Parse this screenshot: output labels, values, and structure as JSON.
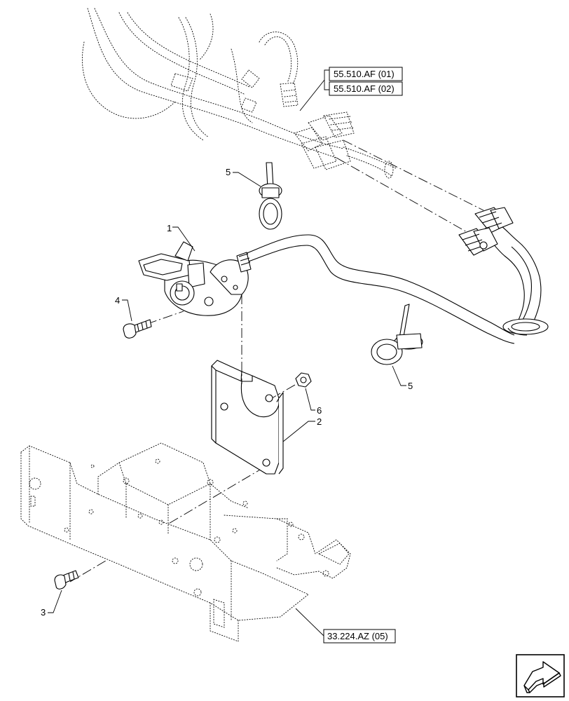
{
  "references": {
    "ref_1": "55.510.AF (01)",
    "ref_2": "55.510.AF (02)",
    "ref_3": "33.224.AZ (05)"
  },
  "callouts": {
    "item_1": "1",
    "item_2": "2",
    "item_3": "3",
    "item_4": "4",
    "item_5a": "5",
    "item_5b": "5",
    "item_6": "6"
  },
  "icons": {
    "nav": "next-arrow-icon"
  }
}
